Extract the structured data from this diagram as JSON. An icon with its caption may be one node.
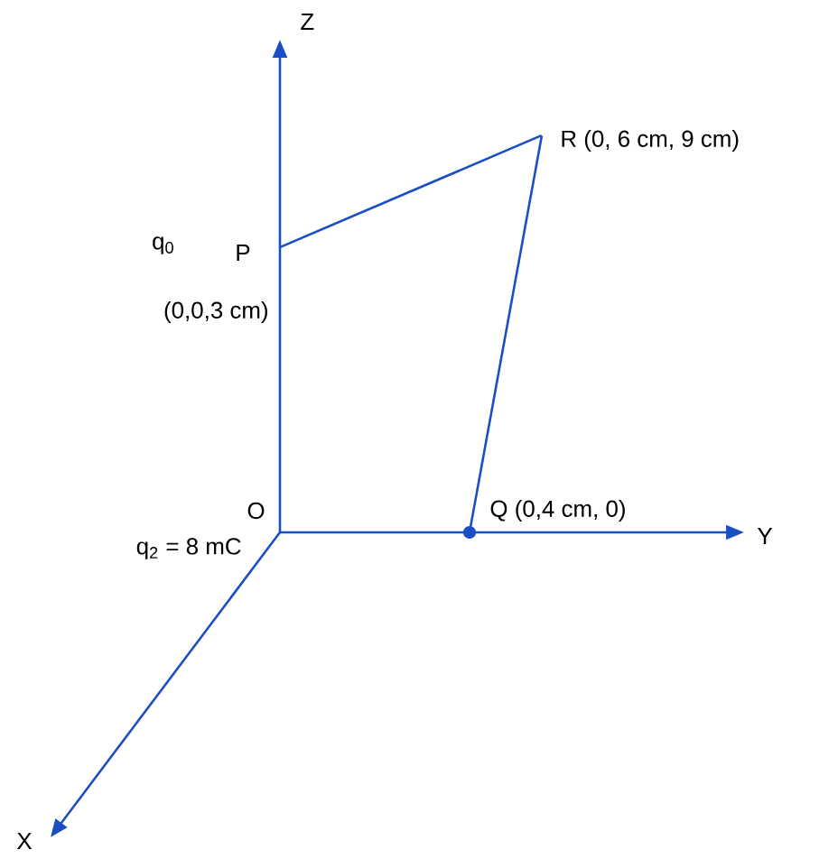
{
  "diagram": {
    "nodes": [
      {
        "text": [
          "P"
        ],
        "beside": [
          "q$_{0}$",
          "(0,0,3 cm)"
        ]
      },
      {
        "text": [
          "R (0, 6 cm, 9 cm)"
        ]
      },
      {
        "text": [
          "Q (0,4 cm, 0)"
        ]
      }
    ],
    "edges": [
      {
        "from": 0,
        "to": 1,
        "arrow": "none"
      },
      {
        "from": 1,
        "to": 2,
        "arrow": "none"
      }
    ],
    "labels": [
      "Z",
      "Y",
      "X",
      "O",
      "q$_{2}$ = 8 mC"
    ]
  }
}
